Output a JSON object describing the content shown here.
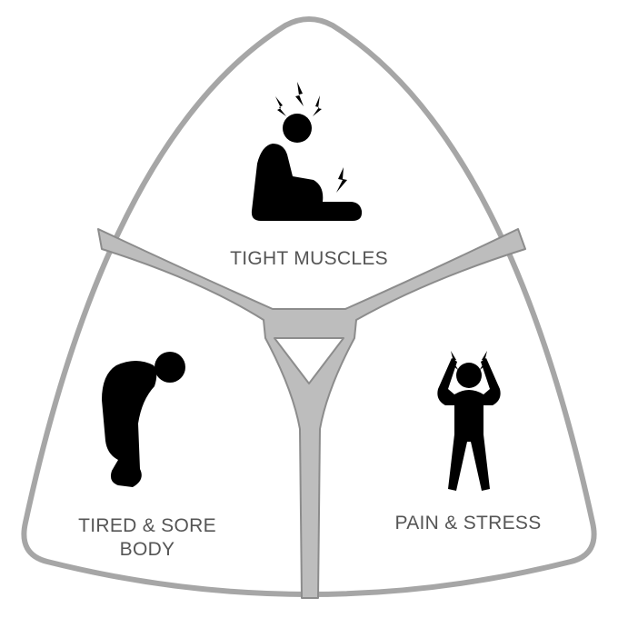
{
  "segments": {
    "top": {
      "label": "TIGHT MUSCLES",
      "icon": "sitting-person-pain-icon"
    },
    "left": {
      "label_lines": [
        "TIRED & SORE",
        "BODY"
      ],
      "icon": "bent-over-person-icon"
    },
    "right": {
      "label": "PAIN & STRESS",
      "icon": "standing-person-headache-icon"
    }
  },
  "colors": {
    "outline": "#a6a6a6",
    "divider_fill": "#bdbdbd",
    "divider_stroke": "#8c8c8c",
    "figure": "#000000",
    "text": "#555555"
  }
}
